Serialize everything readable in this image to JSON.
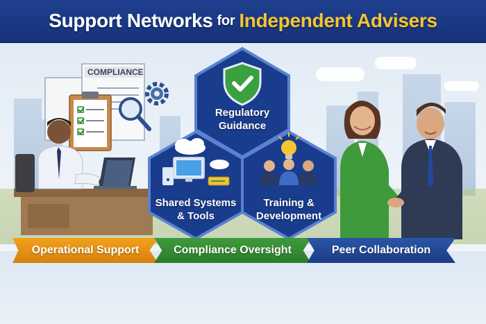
{
  "header": {
    "title_part1": "Support Networks",
    "title_part2": "for",
    "title_part3": "Independent Advisers"
  },
  "document": {
    "label": "COMPLIANCE"
  },
  "hexes": [
    {
      "lines": [
        "Regulatory",
        "Guidance"
      ],
      "icon": "shield-check-icon"
    },
    {
      "lines": [
        "Shared Systems",
        "& Tools"
      ],
      "icon": "cloud-computer-icon"
    },
    {
      "lines": [
        "Training &",
        "Development"
      ],
      "icon": "lightbulb-team-icon"
    }
  ],
  "ribbons": [
    {
      "label": "Operational Support",
      "color": "#e58f14"
    },
    {
      "label": "Compliance Oversight",
      "color": "#338b31"
    },
    {
      "label": "Peer Collaboration",
      "color": "#22489a"
    }
  ],
  "colors": {
    "header_bg": "#1c3a88",
    "title_accent": "#f7c531",
    "hex_blue": "#1a3c8c",
    "hex_border": "#5a82d0"
  }
}
